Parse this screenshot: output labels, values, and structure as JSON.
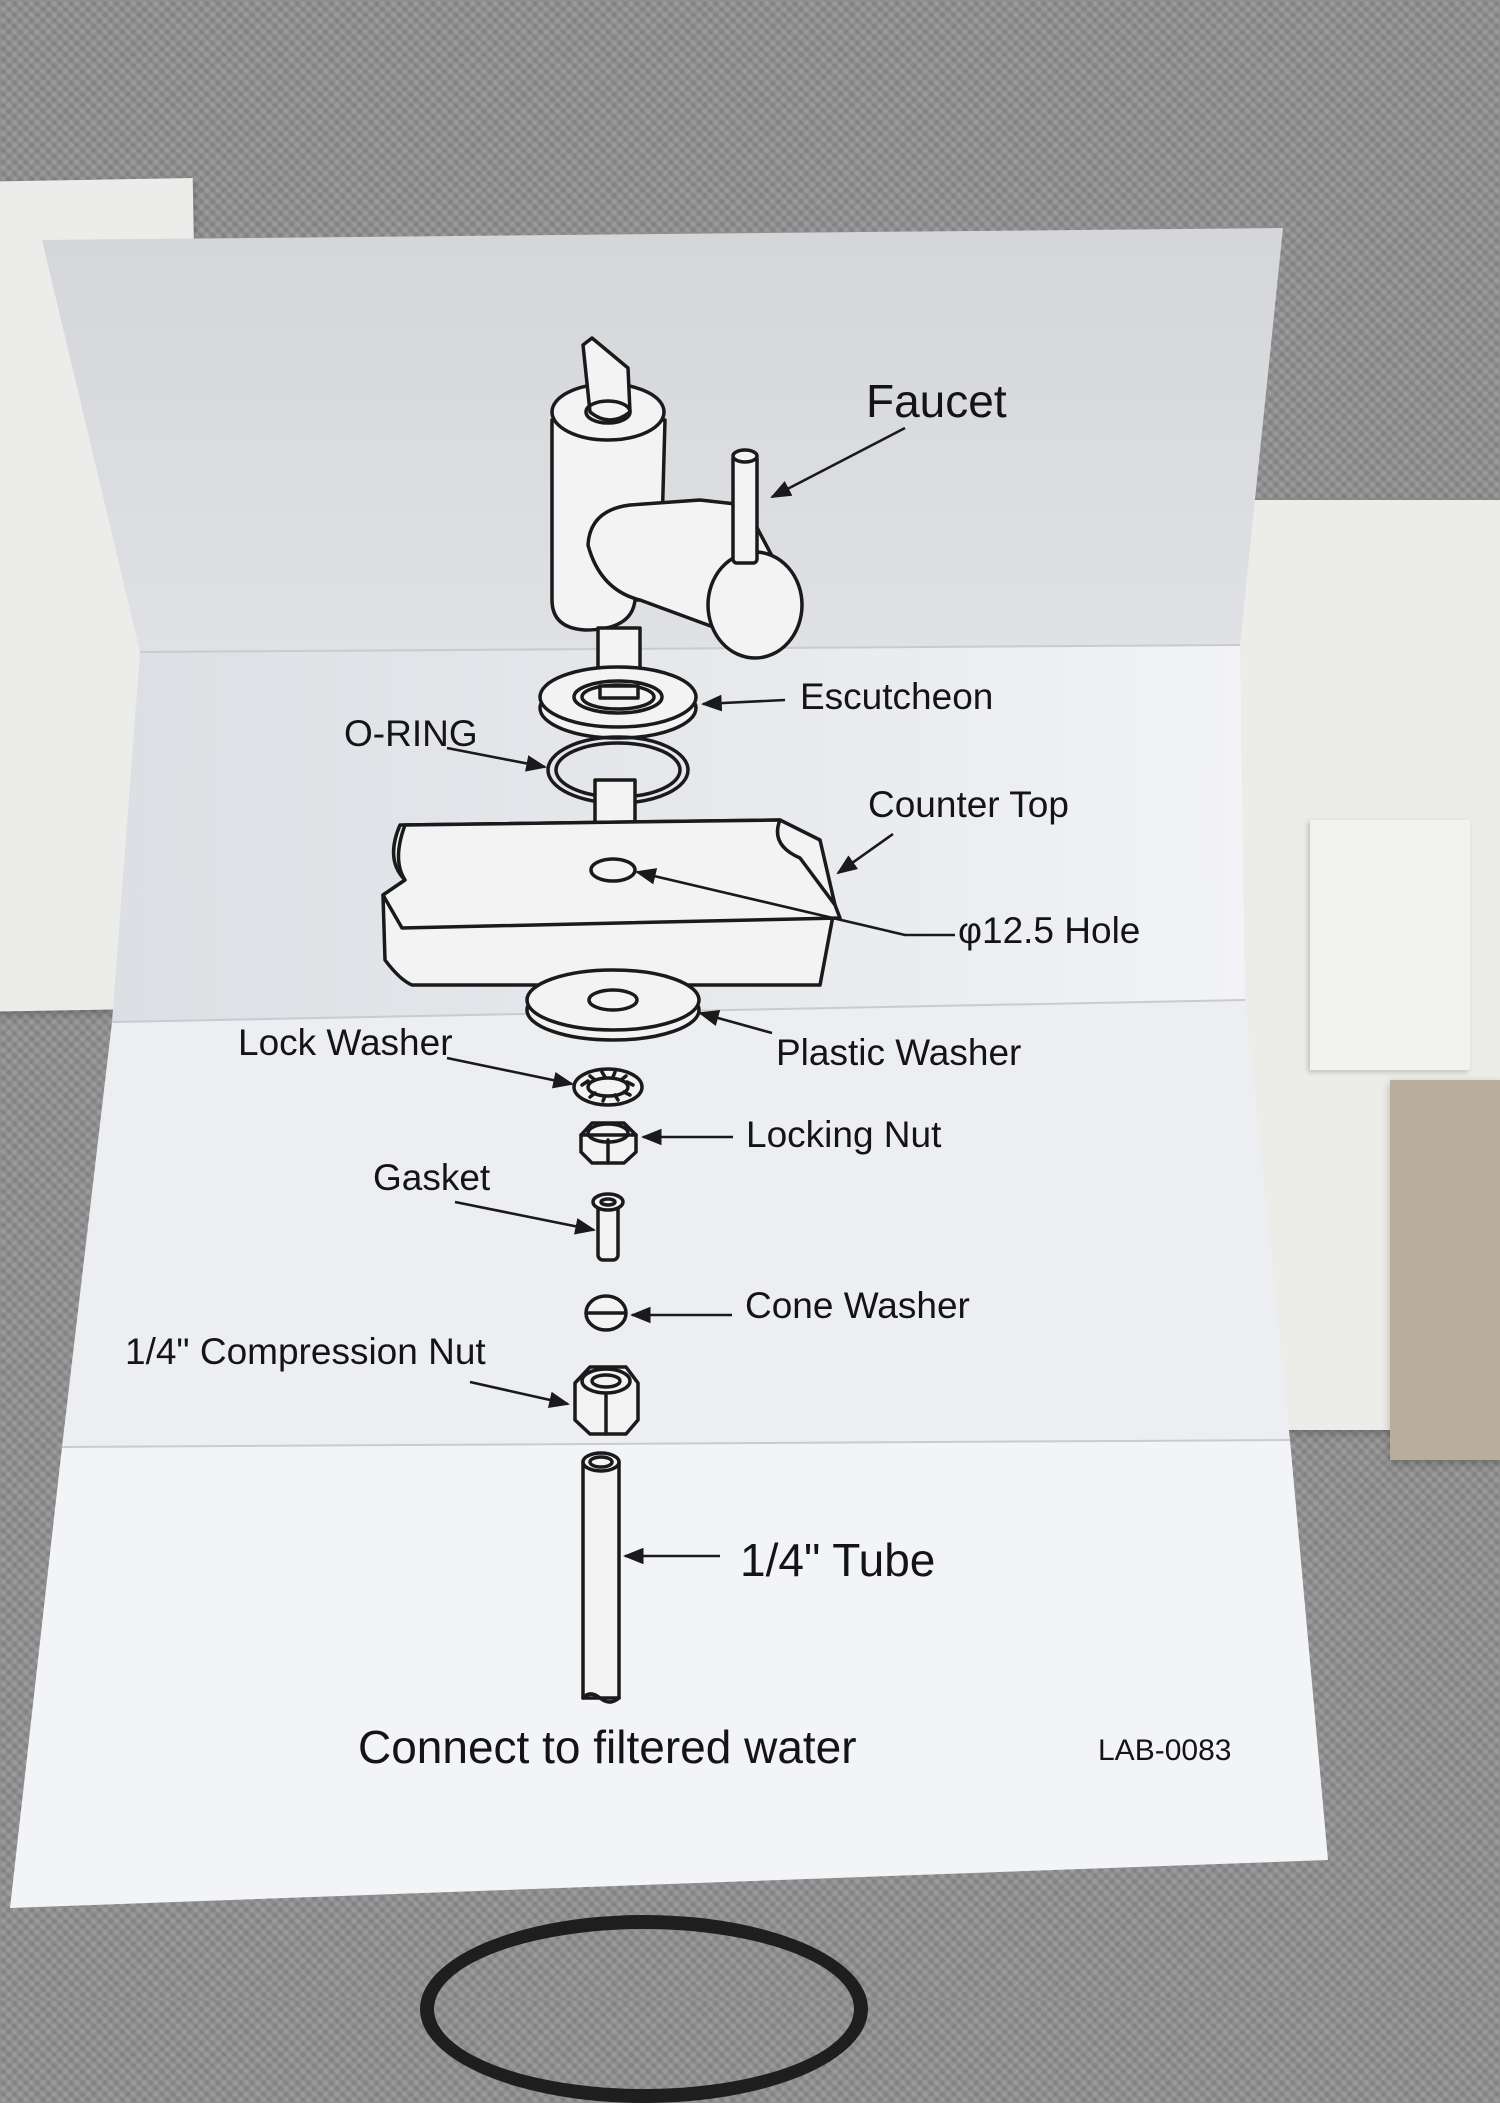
{
  "labels": {
    "faucet": "Faucet",
    "escutcheon": "Escutcheon",
    "o_ring": "O-RING",
    "counter_top": "Counter Top",
    "hole": "φ12.5 Hole",
    "plastic_washer": "Plastic Washer",
    "lock_washer": "Lock Washer",
    "locking_nut": "Locking Nut",
    "gasket": "Gasket",
    "cone_washer": "Cone Washer",
    "compression_nut": "1/4\" Compression Nut",
    "tube": "1/4\" Tube",
    "footer": "Connect to filtered water",
    "code": "LAB-0083"
  }
}
